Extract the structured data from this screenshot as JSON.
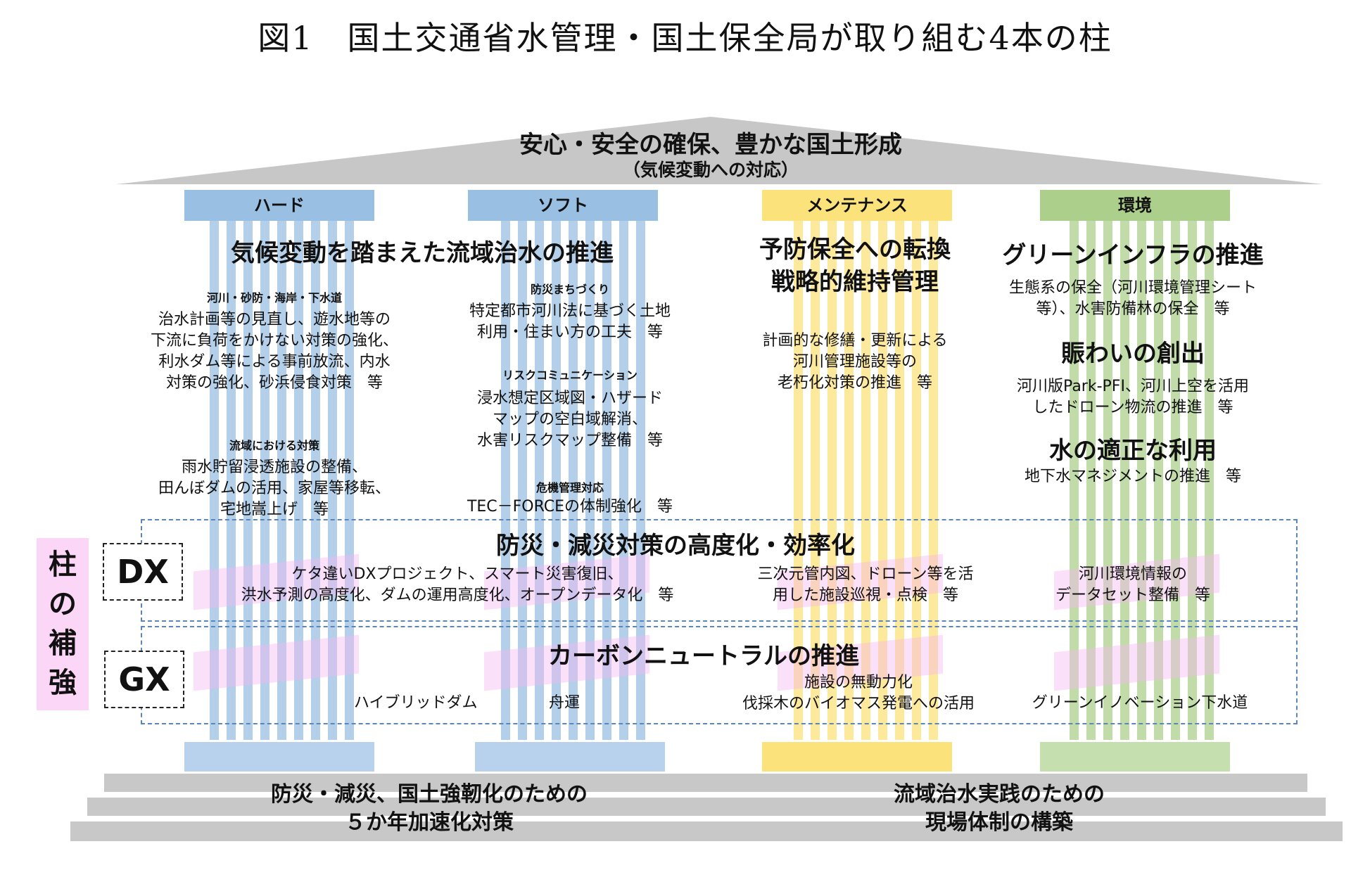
{
  "figure_title": "図1　国土交通省水管理・国土保全局が取り組む4本の柱",
  "roof": {
    "title": "安心・安全の確保、豊かな国土形成",
    "subtitle": "（気候変動への対応）"
  },
  "pillars": [
    {
      "label": "ハード",
      "color": "#99bfe2"
    },
    {
      "label": "ソフト",
      "color": "#99bfe2"
    },
    {
      "label": "メンテナンス",
      "color": "#fce27a"
    },
    {
      "label": "環境",
      "color": "#acd08c"
    }
  ],
  "hard_soft": {
    "heading": "気候変動を踏まえた流域治水の推進",
    "hard_sec1_title": "河川・砂防・海岸・下水道",
    "hard_sec1_lines": [
      "治水計画等の見直し、遊水地等の",
      "下流に負荷をかけない対策の強化、",
      "利水ダム等による事前放流、内水",
      "対策の強化、砂浜侵食対策　等"
    ],
    "hard_sec2_title": "流域における対策",
    "hard_sec2_lines": [
      "雨水貯留浸透施設の整備、",
      "田んぼダムの活用、家屋等移転、",
      "宅地嵩上げ　等"
    ],
    "soft_sec1_title": "防災まちづくり",
    "soft_sec1_lines": [
      "特定都市河川法に基づく土地",
      "利用・住まい方の工夫　等"
    ],
    "soft_sec2_title": "リスクコミュニケーション",
    "soft_sec2_lines": [
      "浸水想定区域図・ハザード",
      "マップの空白域解消、",
      "水害リスクマップ整備　等"
    ],
    "soft_sec3_title": "危機管理対応",
    "soft_sec3_lines": [
      "TEC－FORCEの体制強化　等"
    ]
  },
  "maintenance": {
    "heading_lines": [
      "予防保全への転換",
      "戦略的維持管理"
    ],
    "body_lines": [
      "計画的な修繕・更新による",
      "河川管理施設等の",
      "老朽化対策の推進　等"
    ]
  },
  "environment": {
    "heading1": "グリーンインフラの推進",
    "body1_lines": [
      "生態系の保全（河川環境管理シート",
      "等）、水害防備林の保全　等"
    ],
    "heading2": "賑わいの創出",
    "body2_lines": [
      "河川版Park-PFI、河川上空を活用",
      "したドローン物流の推進　等"
    ],
    "heading3": "水の適正な利用",
    "body3_lines": [
      "地下水マネジメントの推進　等"
    ]
  },
  "reinforce": {
    "label_chars": [
      "柱",
      "の",
      "補",
      "強"
    ],
    "dx_label": "DX",
    "gx_label": "GX",
    "dx_heading": "防災・減災対策の高度化・効率化",
    "dx_left_lines": [
      "ケタ違いDXプロジェクト、スマート災害復旧、",
      "洪水予測の高度化、ダムの運用高度化、オープンデータ化　等"
    ],
    "dx_mid_lines": [
      "三次元管内図、ドローン等を活",
      "用した施設巡視・点検　等"
    ],
    "dx_right_lines": [
      "河川環境情報の",
      "データセット整備　等"
    ],
    "gx_heading": "カーボンニュートラルの推進",
    "gx_item1": "ハイブリッドダム",
    "gx_item2": "舟運",
    "gx_mid_lines": [
      "施設の無動力化",
      "伐採木のバイオマス発電への活用"
    ],
    "gx_right": "グリーンイノベーション下水道"
  },
  "foundation": {
    "left_lines": [
      "防災・減災、国土強靭化のための",
      "５か年加速化対策"
    ],
    "right_lines": [
      "流域治水実践のための",
      "現場体制の構築"
    ]
  }
}
